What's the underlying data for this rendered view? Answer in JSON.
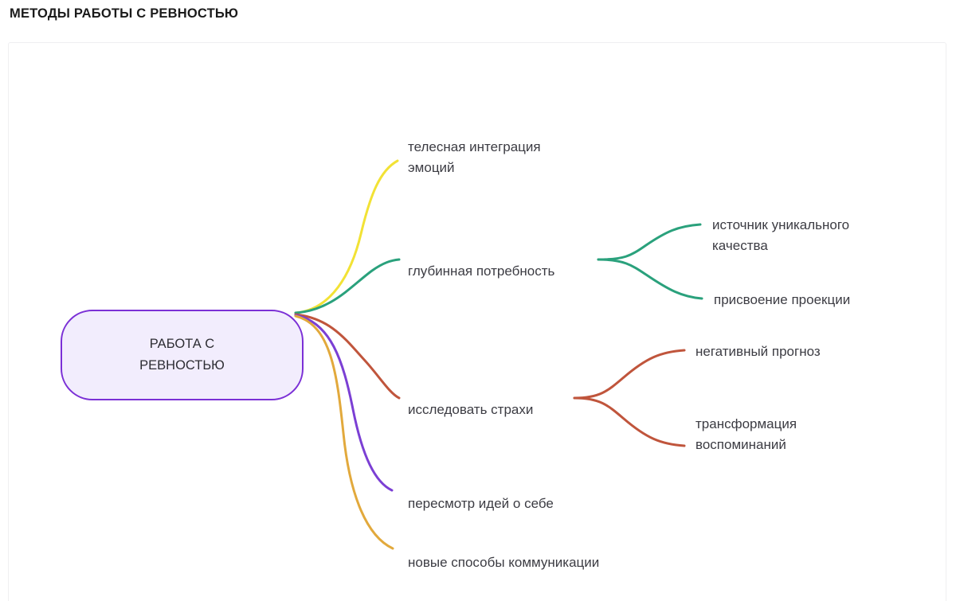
{
  "header": {
    "title": "МЕТОДЫ РАБОТЫ С РЕВНОСТЬЮ"
  },
  "colors": {
    "accent_purple": "#7b30d6",
    "central_fill": "#f2edfd",
    "branch_yellow": "#f2e235",
    "branch_teal": "#2aa17c",
    "branch_red": "#c0553c",
    "branch_violet": "#7b3fd4",
    "branch_amber": "#e2a93c",
    "text": "#3c3c43",
    "card_border": "#efeff1",
    "page_background": "#ffffff"
  },
  "mindmap": {
    "type": "mindmap",
    "orientation": "left-to-right",
    "root": {
      "label": "РАБОТА С\nРЕВНОСТЬЮ",
      "shape": "rounded-rectangle",
      "fill": "#f2edfd",
      "stroke": "#7b30d6"
    },
    "branches": [
      {
        "label": "телесная интеграция\nэмоций",
        "color": "#f2e235",
        "children": []
      },
      {
        "label": "глубинная потребность",
        "color": "#2aa17c",
        "children": [
          {
            "label": "источник уникального\nкачества",
            "color": "#2aa17c"
          },
          {
            "label": "присвоение проекции",
            "color": "#2aa17c"
          }
        ]
      },
      {
        "label": "исследовать страхи",
        "color": "#c0553c",
        "children": [
          {
            "label": "негативный прогноз",
            "color": "#c0553c"
          },
          {
            "label": "трансформация\nвоспоминаний",
            "color": "#c0553c"
          }
        ]
      },
      {
        "label": "пересмотр идей о себе",
        "color": "#7b3fd4",
        "children": []
      },
      {
        "label": "новые способы коммуникации",
        "color": "#e2a93c",
        "children": []
      }
    ]
  },
  "labels": {
    "root_text": "РАБОТА С\nРЕВНОСТЬЮ",
    "b1": "телесная интеграция\nэмоций",
    "b2": "глубинная потребность",
    "b2c1": "источник уникального\nкачества",
    "b2c2": "присвоение проекции",
    "b3": "исследовать страхи",
    "b3c1": "негативный прогноз",
    "b3c2": "трансформация\nвоспоминаний",
    "b4": "пересмотр идей о себе",
    "b5": "новые способы коммуникации"
  }
}
